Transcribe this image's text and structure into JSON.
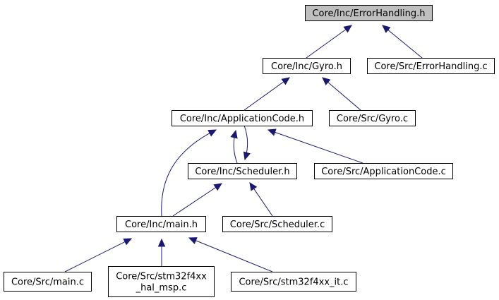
{
  "graph": {
    "nodes": [
      {
        "id": "eh_h",
        "lines": [
          "Core/Inc/ErrorHandling.h"
        ],
        "highlight": true
      },
      {
        "id": "gyro_h",
        "lines": [
          "Core/Inc/Gyro.h"
        ]
      },
      {
        "id": "eh_c",
        "lines": [
          "Core/Src/ErrorHandling.c"
        ]
      },
      {
        "id": "app_h",
        "lines": [
          "Core/Inc/ApplicationCode.h"
        ]
      },
      {
        "id": "gyro_c",
        "lines": [
          "Core/Src/Gyro.c"
        ]
      },
      {
        "id": "sched_h",
        "lines": [
          "Core/Inc/Scheduler.h"
        ]
      },
      {
        "id": "app_c",
        "lines": [
          "Core/Src/ApplicationCode.c"
        ]
      },
      {
        "id": "main_h",
        "lines": [
          "Core/Inc/main.h"
        ]
      },
      {
        "id": "sched_c",
        "lines": [
          "Core/Src/Scheduler.c"
        ]
      },
      {
        "id": "main_c",
        "lines": [
          "Core/Src/main.c"
        ]
      },
      {
        "id": "msp_c",
        "lines": [
          "Core/Src/stm32f4xx",
          "_hal_msp.c"
        ]
      },
      {
        "id": "it_c",
        "lines": [
          "Core/Src/stm32f4xx_it.c"
        ]
      }
    ],
    "edges": [
      {
        "from": "gyro_h",
        "to": "eh_h"
      },
      {
        "from": "eh_c",
        "to": "eh_h"
      },
      {
        "from": "app_h",
        "to": "gyro_h"
      },
      {
        "from": "gyro_c",
        "to": "gyro_h"
      },
      {
        "from": "sched_h",
        "to": "app_h"
      },
      {
        "from": "app_h",
        "to": "sched_h"
      },
      {
        "from": "main_h",
        "to": "app_h"
      },
      {
        "from": "app_c",
        "to": "app_h"
      },
      {
        "from": "main_h",
        "to": "sched_h"
      },
      {
        "from": "sched_c",
        "to": "sched_h"
      },
      {
        "from": "main_c",
        "to": "main_h"
      },
      {
        "from": "msp_c",
        "to": "main_h"
      },
      {
        "from": "it_c",
        "to": "main_h"
      }
    ]
  }
}
